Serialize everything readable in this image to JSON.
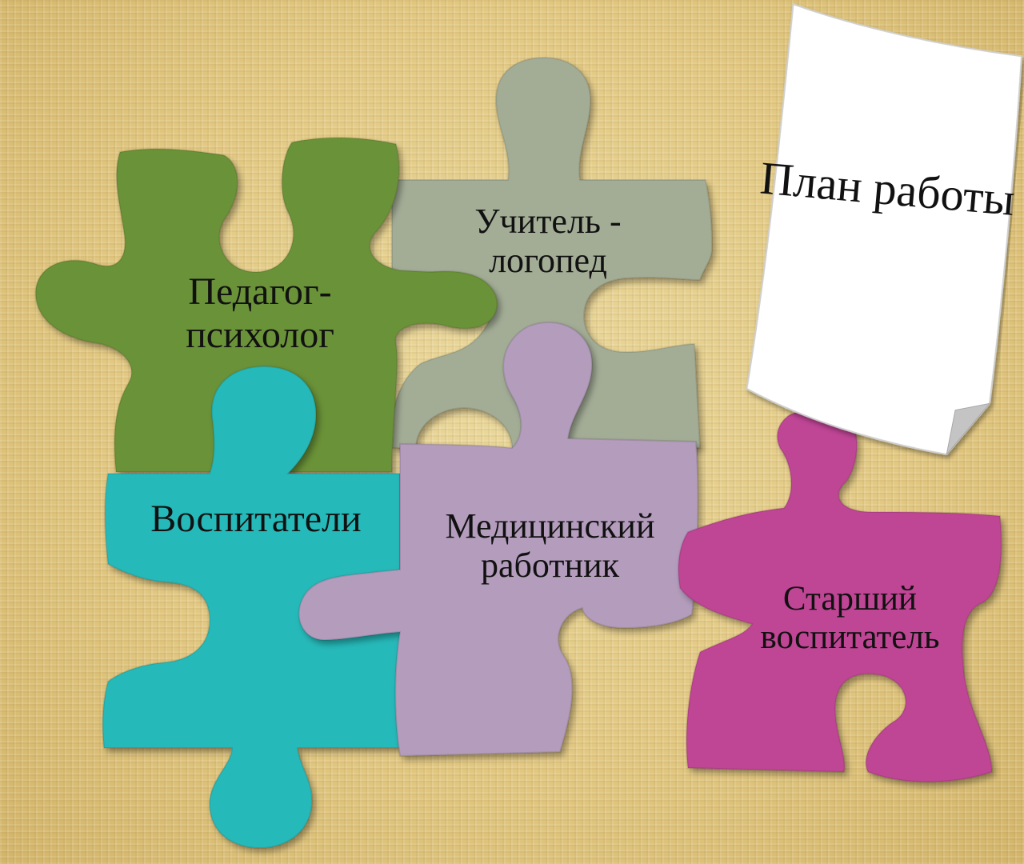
{
  "plan": {
    "label": "План работы"
  },
  "pieces": {
    "psychologist": {
      "label": "Педагог-\nпсихолог",
      "color": "#6b9237"
    },
    "speech_therapist": {
      "label": "Учитель -\nлогопед",
      "color": "#a3ad96"
    },
    "educators": {
      "label": "Воспитатели",
      "color": "#27b9b9"
    },
    "medical": {
      "label": "Медицинский\nработник",
      "color": "#b39cbc"
    },
    "senior_educator": {
      "label": "Старший\nвоспитатель",
      "color": "#bf4595"
    }
  },
  "colors": {
    "background": "#e2c882",
    "paper": "#ffffff"
  }
}
